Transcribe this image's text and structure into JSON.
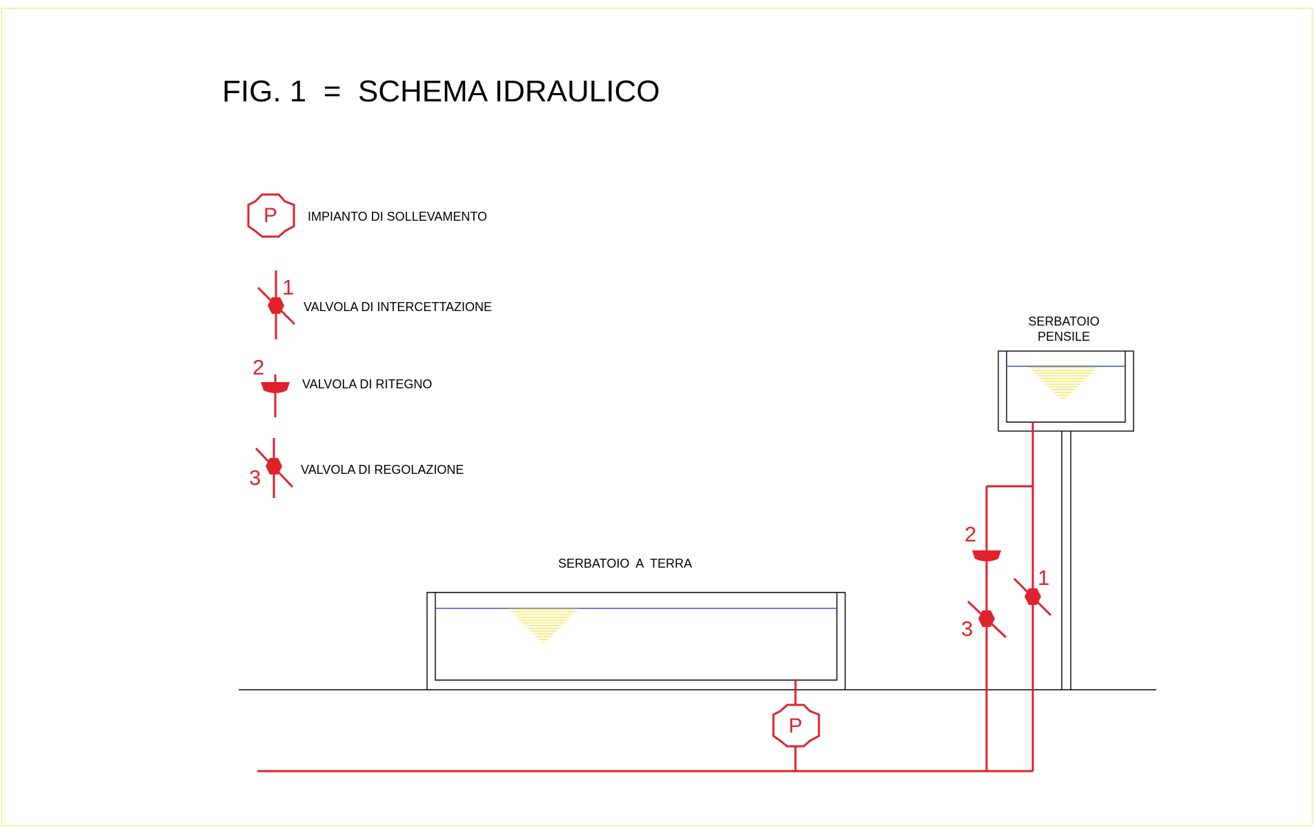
{
  "title": "FIG. 1  =  SCHEMA IDRAULICO",
  "legend": {
    "pump_symbol": "P",
    "pump_label": "IMPIANTO DI SOLLEVAMENTO",
    "valve1_num": "1",
    "valve1_label": "VALVOLA DI INTERCETTAZIONE",
    "valve2_num": "2",
    "valve2_label": "VALVOLA DI RITEGNO",
    "valve3_num": "3",
    "valve3_label": "VALVOLA DI REGOLAZIONE"
  },
  "ground_tank": {
    "label": "SERBATOIO  A  TERRA"
  },
  "elevated_tank": {
    "label_line1": "SERBATOIO",
    "label_line2": "PENSILE"
  },
  "diagram": {
    "pump_symbol": "P",
    "valve1_num": "1",
    "valve2_num": "2",
    "valve3_num": "3"
  },
  "colors": {
    "pipe": "#e0222a",
    "frame": "#f2ee8a",
    "water_line": "#3a4fd0",
    "water_fill": "#f2e33a"
  }
}
